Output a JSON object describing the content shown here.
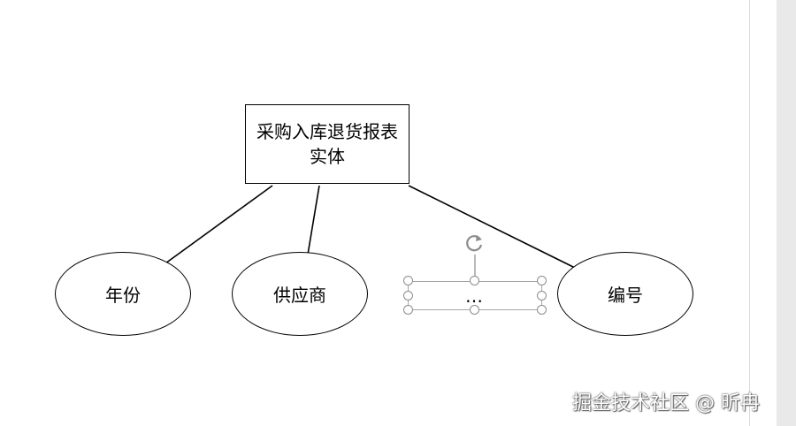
{
  "entity": {
    "label": "采购入库退货报表实体"
  },
  "attributes": [
    {
      "label": "年份"
    },
    {
      "label": "供应商"
    },
    {
      "label": "…"
    },
    {
      "label": "编号"
    }
  ],
  "colors": {
    "stroke": "#000000",
    "selection": "#a6a6a6",
    "handle": "#8c8c8c",
    "panel": "#e9e9e9"
  },
  "icons": {
    "rotate": "rotate-handle-icon"
  },
  "watermark": {
    "text": "掘金技术社区 @ 昕冉"
  }
}
